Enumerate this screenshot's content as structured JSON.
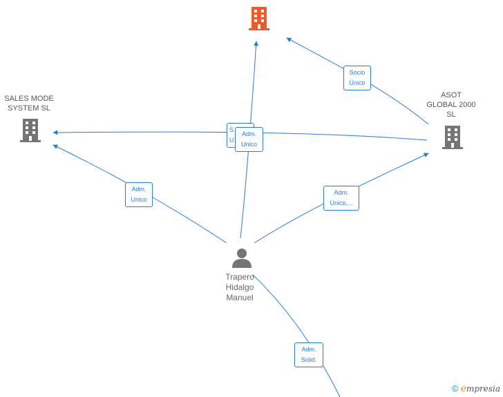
{
  "nodes": {
    "sales_mode": {
      "label": "SALES MODE\nSYSTEM  SL"
    },
    "asot": {
      "label": "ASOT\nGLOBAL 2000\nSL"
    },
    "person": {
      "label": "Trapero\nHidalgo\nManuel"
    }
  },
  "edges": {
    "socio_unico": "Socio\nÚnico",
    "adm_unico_left": "Adm.\nUnico",
    "adm_unico_center": "Adm.\nUnico",
    "adm_unico_behind": "S\nU",
    "adm_unico_right": "Adm.\nUnico,...",
    "adm_solid": "Adm.\nSolid."
  },
  "colors": {
    "edge": "#2a7ccb",
    "building_main": "#f05a28",
    "building": "#757575"
  },
  "brand": {
    "copyright": "©",
    "e": "e",
    "rest": "mpresia"
  }
}
